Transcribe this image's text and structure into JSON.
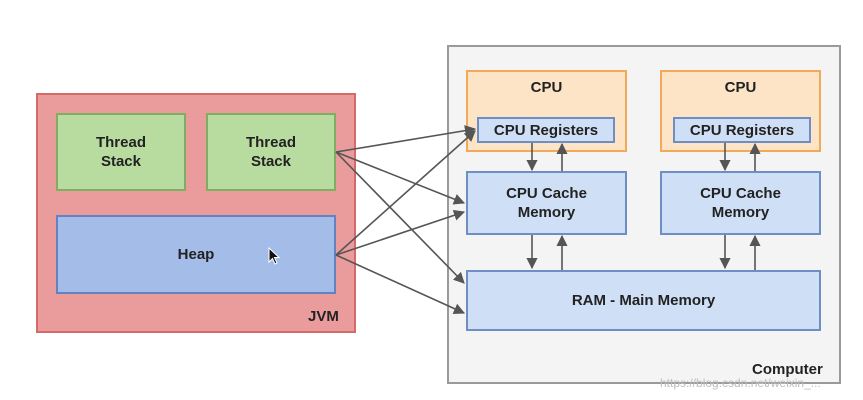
{
  "jvm": {
    "label": "JVM",
    "thread_stack_1": "Thread\nStack",
    "thread_stack_2": "Thread\nStack",
    "heap": "Heap"
  },
  "computer": {
    "label": "Computer",
    "cpu_1": {
      "title": "CPU",
      "registers": "CPU Registers",
      "cache": "CPU Cache\nMemory"
    },
    "cpu_2": {
      "title": "CPU",
      "registers": "CPU Registers",
      "cache": "CPU Cache\nMemory"
    },
    "ram": "RAM - Main Memory"
  },
  "watermark": "https://blog.csdn.net/weixin_...",
  "colors": {
    "jvm_fill": "#ea9b9b",
    "thread_fill": "#b8dca0",
    "heap_fill": "#a4bce8",
    "cpu_fill": "#fde4c6",
    "memory_fill": "#cfe0f6",
    "arrow": "#555555"
  }
}
